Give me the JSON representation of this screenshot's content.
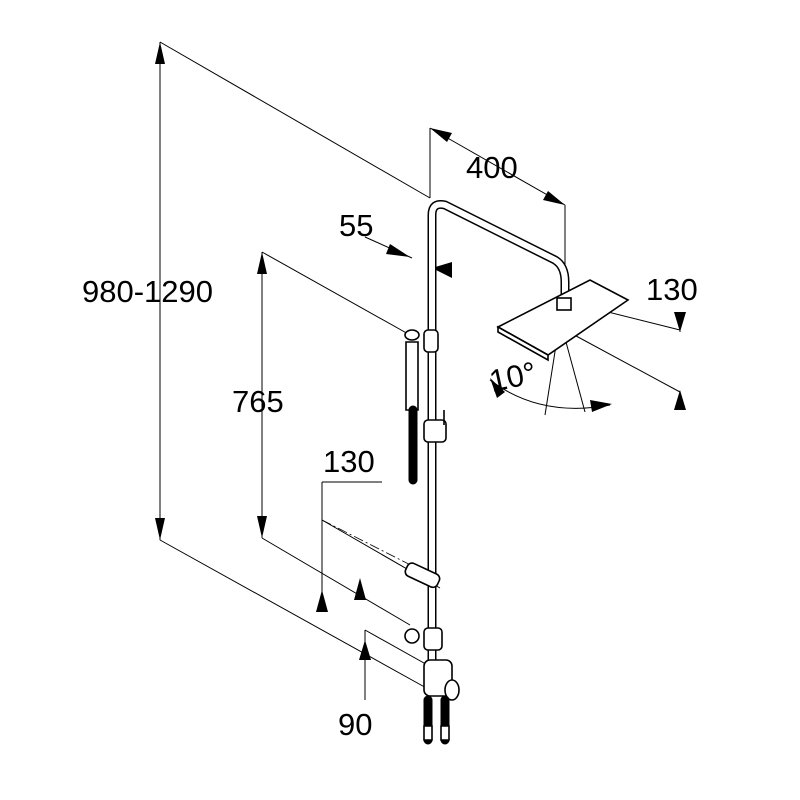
{
  "dimensions": {
    "arm_length": "400",
    "wall_offset": "55",
    "head_width": "130",
    "total_height": "980-1290",
    "slide_rail_height": "765",
    "shelf_depth": "130",
    "spray_angle": "10°",
    "connection_spacing": "90"
  }
}
